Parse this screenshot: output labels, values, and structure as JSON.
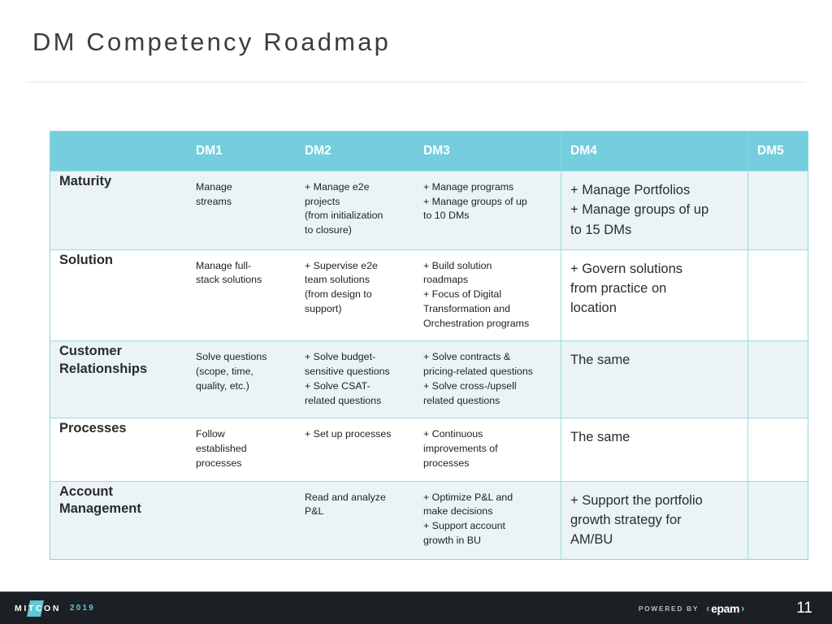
{
  "slide": {
    "title": "DM Competency Roadmap",
    "page_number": "11"
  },
  "table": {
    "columns": [
      "",
      "DM1",
      "DM2",
      "DM3",
      "DM4",
      "DM5"
    ],
    "rows": [
      {
        "label": "Maturity",
        "dm1": "Manage\nstreams",
        "dm2": "+ Manage e2e\nprojects\n(from initialization\nto closure)",
        "dm3": "+ Manage programs\n+ Manage groups of up\nto 10 DMs",
        "dm4": "+ Manage Portfolios\n+ Manage groups of up\nto 15 DMs",
        "dm5": ""
      },
      {
        "label": "Solution",
        "dm1": "Manage full-\nstack solutions",
        "dm2": "+ Supervise e2e\nteam solutions\n(from design to\nsupport)",
        "dm3": "+ Build solution\nroadmaps\n+ Focus of Digital\nTransformation and\nOrchestration programs",
        "dm4": "+ Govern solutions\nfrom practice on\nlocation",
        "dm5": ""
      },
      {
        "label": "Customer\nRelationships",
        "dm1": "Solve questions\n(scope, time,\nquality, etc.)",
        "dm2": "+ Solve budget-\nsensitive questions\n+ Solve CSAT-\nrelated questions",
        "dm3": "+ Solve contracts &\npricing-related questions\n+ Solve cross-/upsell\nrelated questions",
        "dm4": "The same",
        "dm5": ""
      },
      {
        "label": "Processes",
        "dm1": "Follow\nestablished\nprocesses",
        "dm2": "+ Set up processes",
        "dm3": "+ Continuous\nimprovements of\nprocesses",
        "dm4": "The same",
        "dm5": ""
      },
      {
        "label": "Account\nManagement",
        "dm1": "",
        "dm2": "Read and analyze\nP&L",
        "dm3": "+ Optimize P&L and\nmake decisions\n+ Support account\ngrowth in BU",
        "dm4": "+ Support the portfolio\ngrowth strategy for\nAM/BU",
        "dm5": ""
      }
    ]
  },
  "footer": {
    "brand_word": "MITCON",
    "brand_year": "2019",
    "powered_by_label": "POWERED BY",
    "powered_brand": "epam",
    "chevron_left": "‹",
    "chevron_right": "›"
  },
  "colors": {
    "header_cyan": "#74cedd",
    "row_tint": "#eaf4f6",
    "border_cyan": "#9ad9e2",
    "footer_bg": "#1c1f23",
    "accent_cyan": "#5fc8da"
  }
}
